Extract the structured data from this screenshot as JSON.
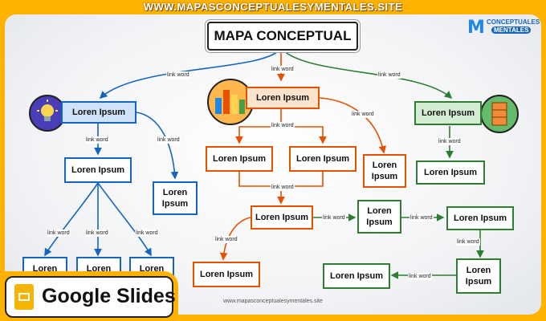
{
  "site_top": "WWW.MAPASCONCEPTUALESYMENTALES.SITE",
  "site_bottom": "www.mapasconceptualesymentales.site",
  "logo": {
    "line1": "CONCEPTUALES",
    "line2": "MENTALES",
    "mark": "M"
  },
  "title": "MAPA CONCEPTUAL",
  "node_text": "Loren Ipsum",
  "link_text": "link word",
  "badge": "Google Slides",
  "colors": {
    "blue": "#1565c0",
    "orange": "#e65100",
    "green": "#2e7d32",
    "frame": "#ffb300"
  },
  "icons": [
    "lightbulb-icon",
    "city-icon",
    "cabinet-icon",
    "google-slides-icon"
  ]
}
